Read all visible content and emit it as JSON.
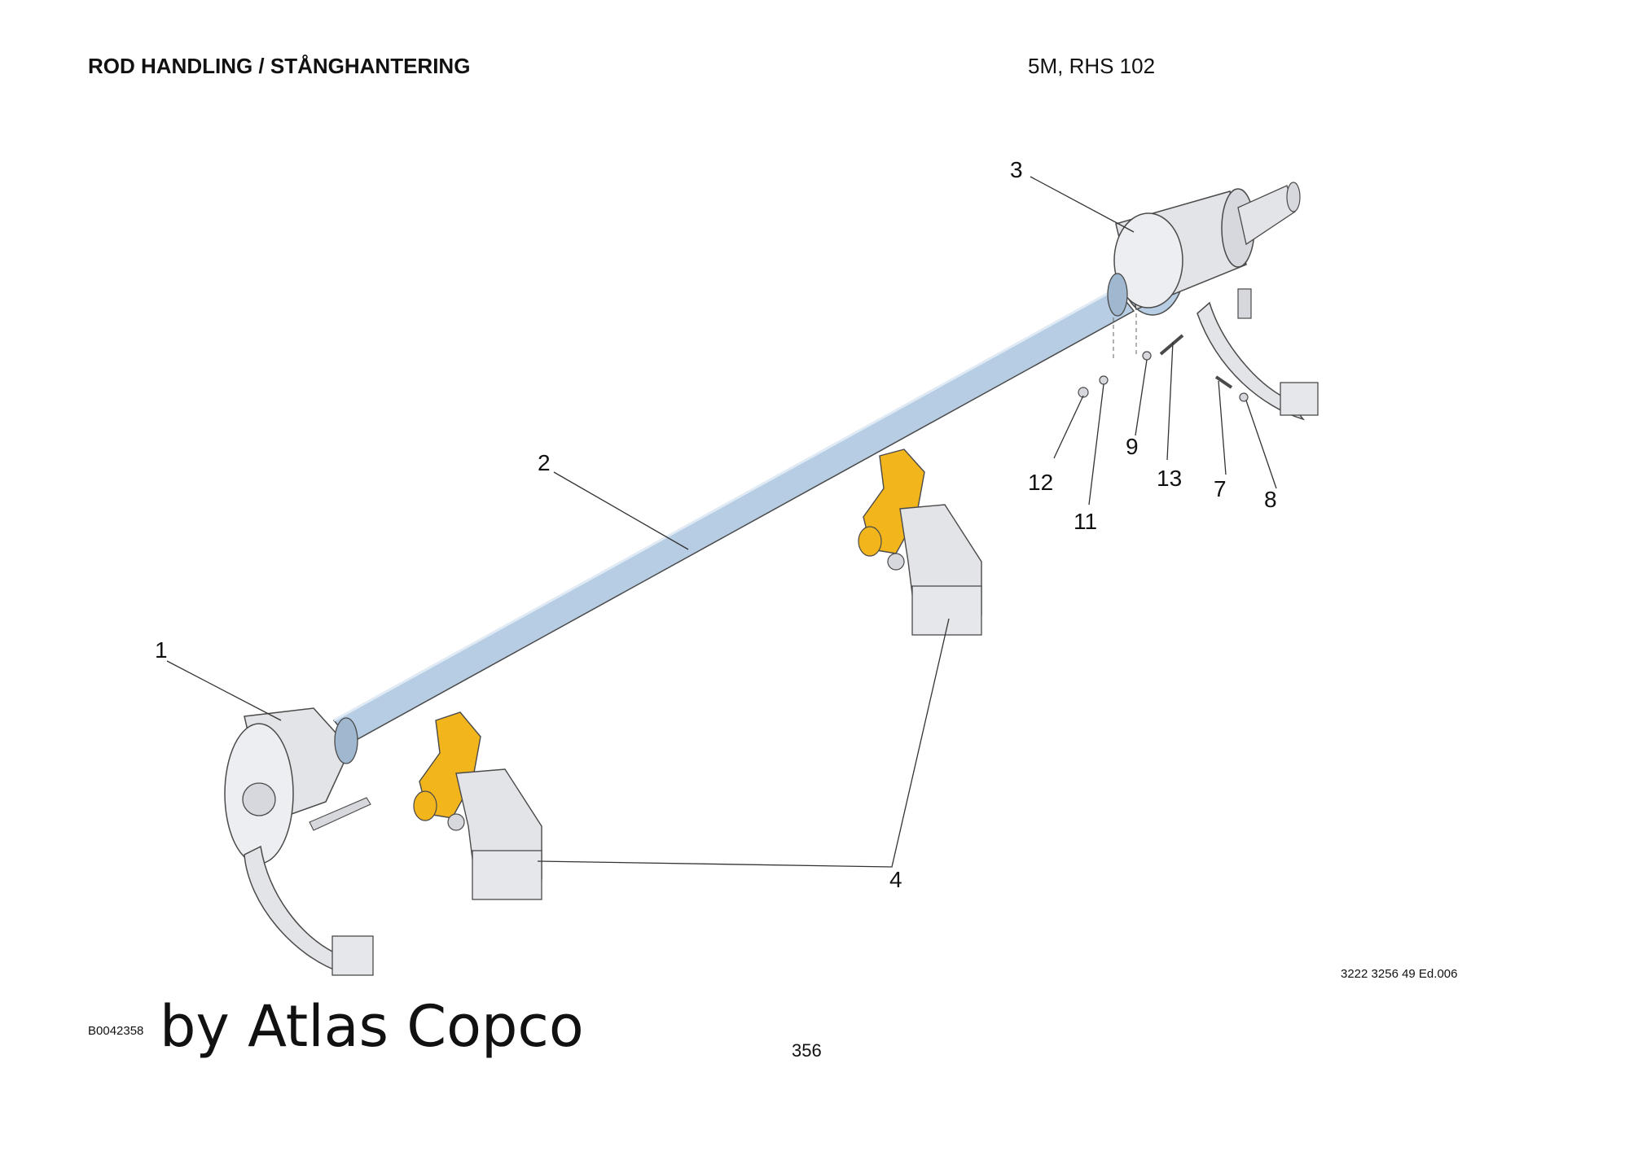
{
  "header": {
    "title": "ROD HANDLING / STÅNGHANTERING",
    "model": "5M, RHS 102"
  },
  "callouts": {
    "c1": "1",
    "c2": "2",
    "c3": "3",
    "c4": "4",
    "c7": "7",
    "c8": "8",
    "c9": "9",
    "c11": "11",
    "c12": "12",
    "c13": "13"
  },
  "footer": {
    "document_number": "3222 3256 49 Ed.006",
    "image_id": "B0042358",
    "brand": "by Atlas Copco",
    "page_number": "356"
  },
  "colors": {
    "shaft": "#b7cde3",
    "gripper": "#f2b51c",
    "housing": "#e3e4e8",
    "outline": "#4a4a4a"
  }
}
